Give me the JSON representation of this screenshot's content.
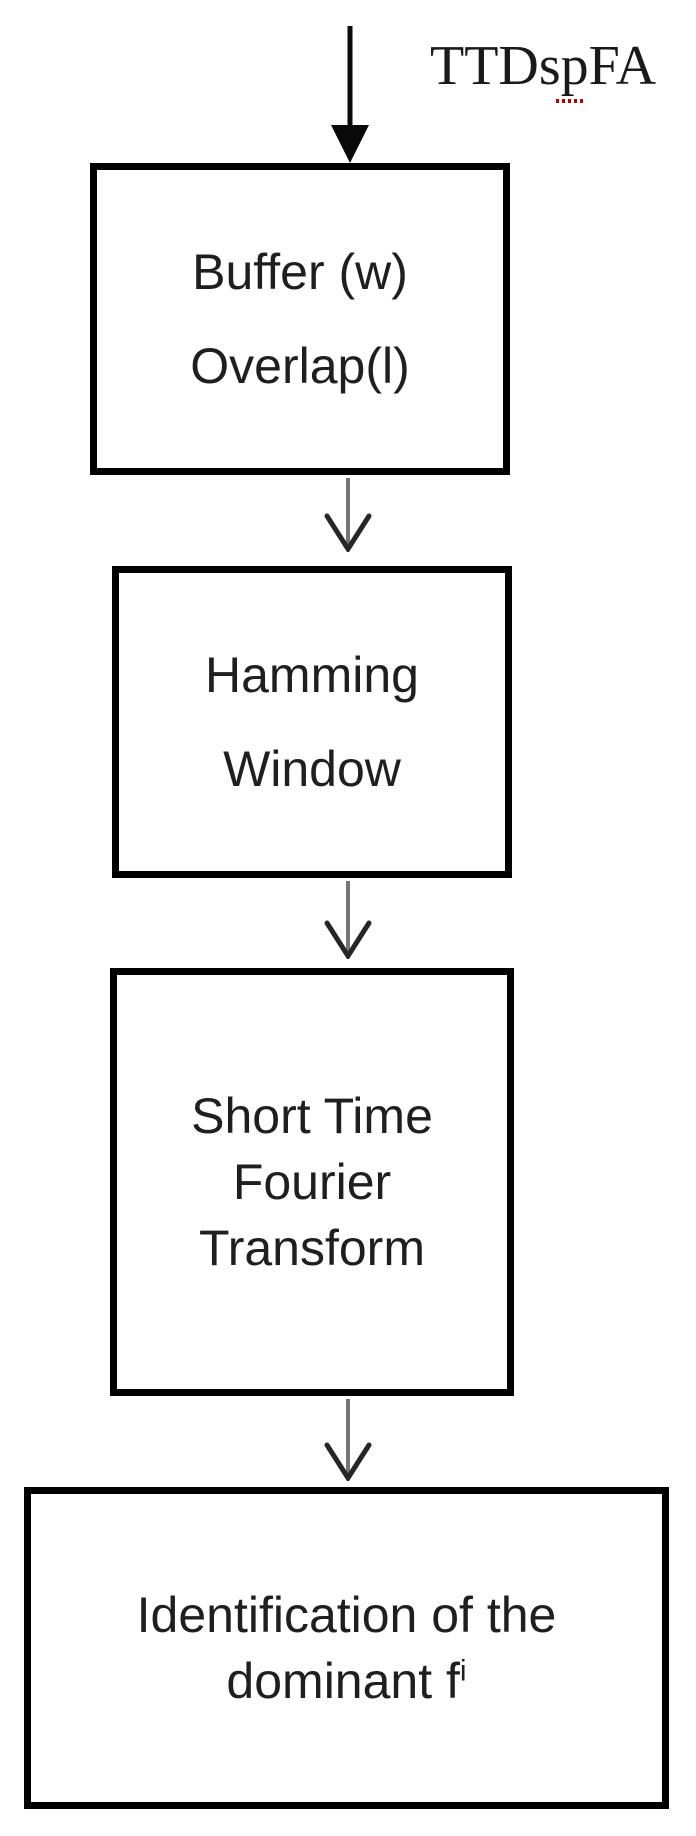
{
  "flowchart": {
    "input_label": "TTDspFA",
    "nodes": [
      {
        "id": "buffer-overlap",
        "lines": [
          "Buffer (w)",
          "Overlap(l)"
        ]
      },
      {
        "id": "hamming-window",
        "lines": [
          "Hamming",
          "Window"
        ]
      },
      {
        "id": "stft",
        "lines": [
          "Short Time",
          "Fourier",
          "Transform"
        ]
      },
      {
        "id": "dominant-frequency",
        "lines": [
          "Identification of the",
          "dominant f"
        ],
        "superscript": "i"
      }
    ],
    "icons": {
      "input_arrow": "filled-down-arrow",
      "flow_arrow": "open-chevron-down-arrow",
      "spellcheck_mark": "red-squiggle-underline"
    },
    "colors": {
      "background": "#ffffff",
      "box_border": "#000000",
      "box_text": "#1f1f1f",
      "input_arrow": "#0a0a0a",
      "flow_arrow_line": "#757575",
      "flow_arrow_head": "#262626",
      "label_text": "#1a1a1a",
      "spellcheck_underline": "#c00000"
    }
  }
}
